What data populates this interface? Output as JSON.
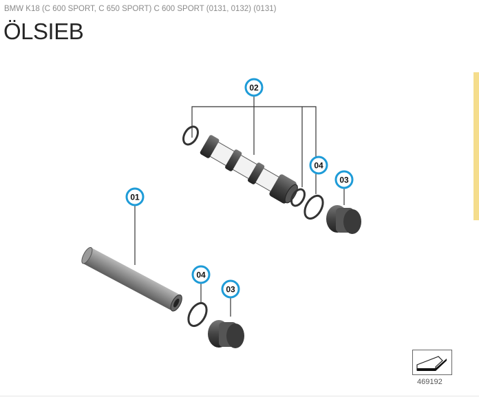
{
  "header": {
    "breadcrumb": "BMW K18 (C 600 SPORT, C 650 SPORT) C 600 SPORT (0131, 0132) (0131)",
    "title": "ÖLSIEB"
  },
  "diagram": {
    "callouts": [
      "01",
      "02",
      "03",
      "04",
      "03",
      "04"
    ],
    "accent_color": "#1e9bd7",
    "reference_number": "469192"
  }
}
